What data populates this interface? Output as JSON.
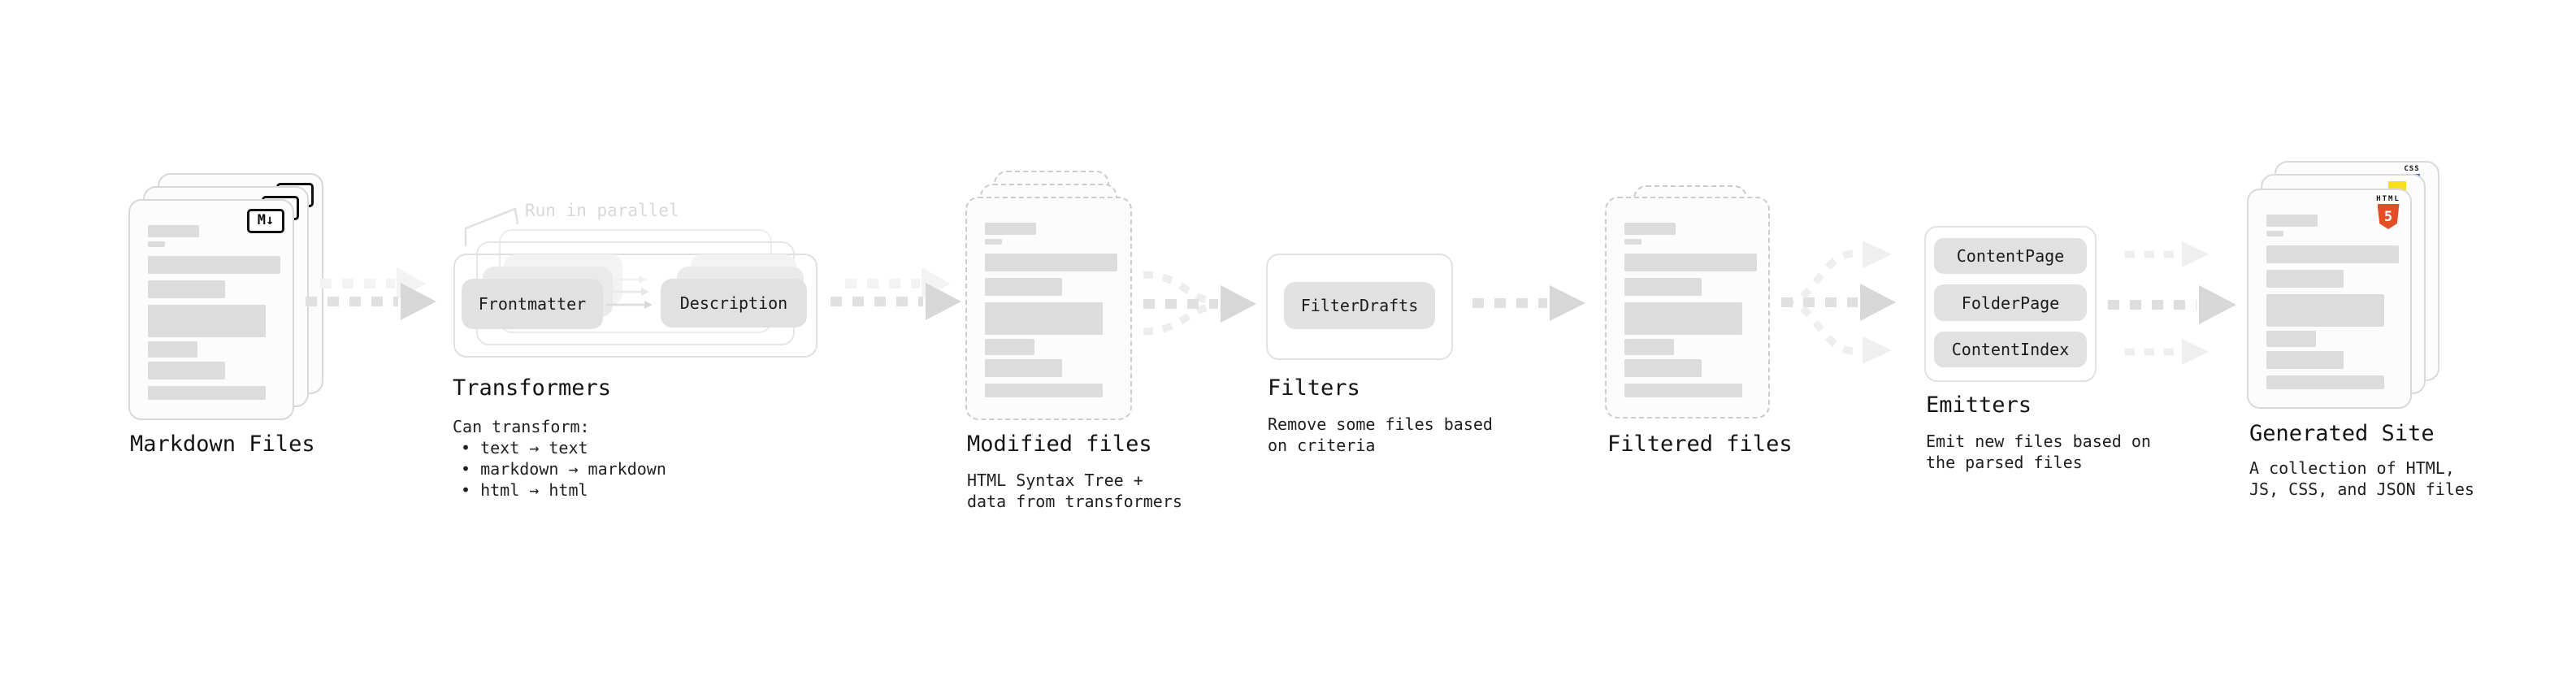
{
  "stages": {
    "markdown": {
      "label": "Markdown Files",
      "badge": "M↓"
    },
    "transformers": {
      "label": "Transformers",
      "annotation": "Run in parallel",
      "box_left": "Frontmatter",
      "box_right": "Description",
      "desc_title": "Can transform:",
      "bullets": [
        "• text → text",
        "• markdown → markdown",
        "• html → html"
      ]
    },
    "modified": {
      "label": "Modified files",
      "desc_line1": "HTML Syntax Tree +",
      "desc_line2": "data from transformers"
    },
    "filters": {
      "label": "Filters",
      "box": "FilterDrafts",
      "desc_line1": "Remove some files based",
      "desc_line2": "on criteria"
    },
    "filtered": {
      "label": "Filtered files"
    },
    "emitters": {
      "label": "Emitters",
      "boxes": [
        "ContentPage",
        "FolderPage",
        "ContentIndex"
      ],
      "desc_line1": "Emit new files based on",
      "desc_line2": "the parsed files"
    },
    "site": {
      "label": "Generated Site",
      "badge_css": "CSS",
      "badge_html": "HTML",
      "badge_html_number": "5",
      "desc_line1": "A collection of HTML,",
      "desc_line2": "JS, CSS, and JSON files"
    }
  },
  "colors": {
    "html5_shield": "#e44d26",
    "js_badge": "#f7df1e",
    "css_badge_bar": "#2965f1"
  }
}
